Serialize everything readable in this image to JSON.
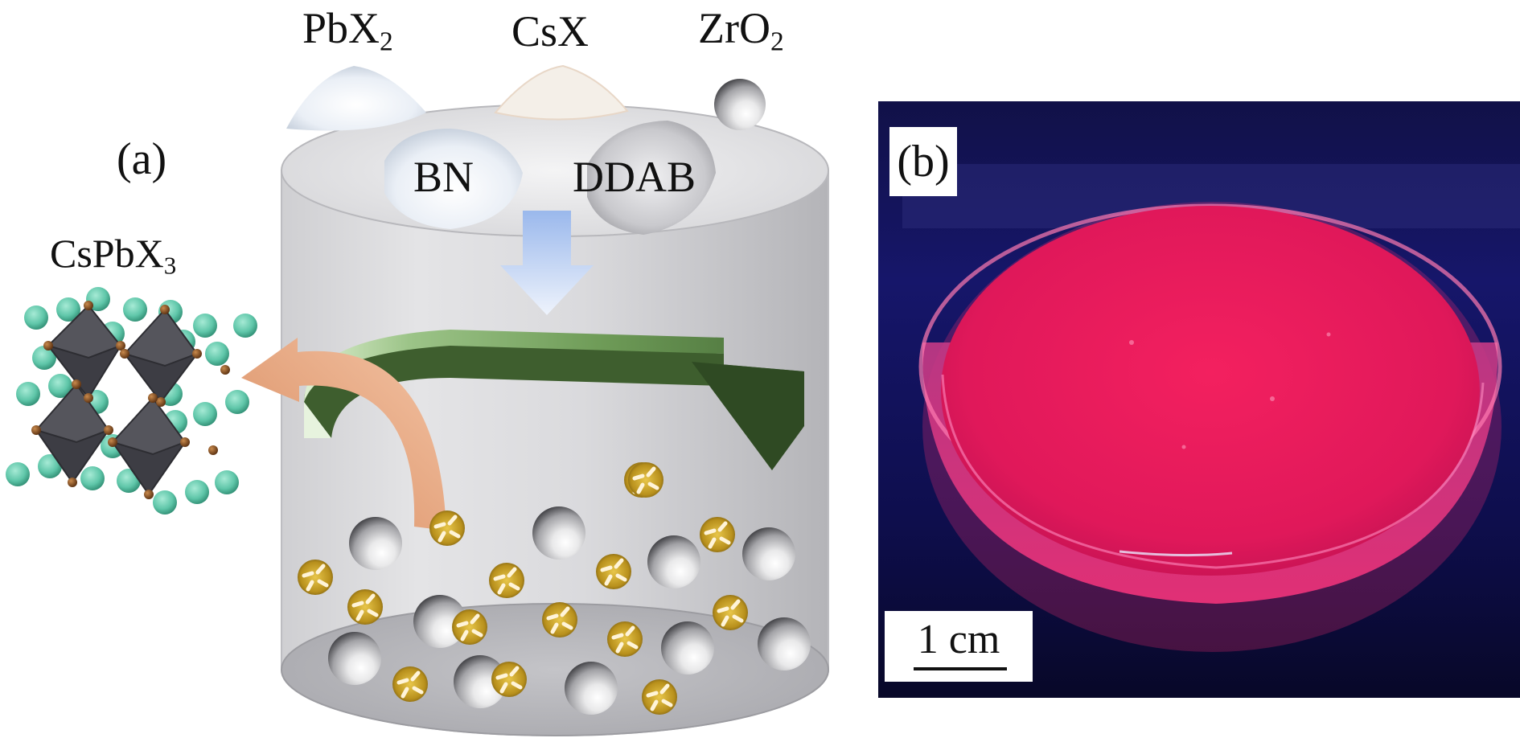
{
  "panel_a": {
    "label": "(a)",
    "crystal": {
      "formula": "CsPbX",
      "subscript": "3"
    },
    "reagents": [
      {
        "formula": "PbX",
        "subscript": "2"
      },
      {
        "formula": "CsX",
        "subscript": ""
      },
      {
        "formula": "ZrO",
        "subscript": "2"
      }
    ],
    "additives": [
      "BN",
      "DDAB"
    ]
  },
  "panel_b": {
    "label": "(b)",
    "scale_bar": "1 cm"
  },
  "colors": {
    "phosphor": "#f0205e",
    "arrow_green": "#5f8f4a",
    "arrow_blue": "#a9c4ee",
    "arrow_orange": "#e6a27a",
    "cs_atom": "#5fc6a9",
    "octahedron": "#4a4a52",
    "balls": "#e8e8e8",
    "grinding_particle": "#c9a227"
  }
}
